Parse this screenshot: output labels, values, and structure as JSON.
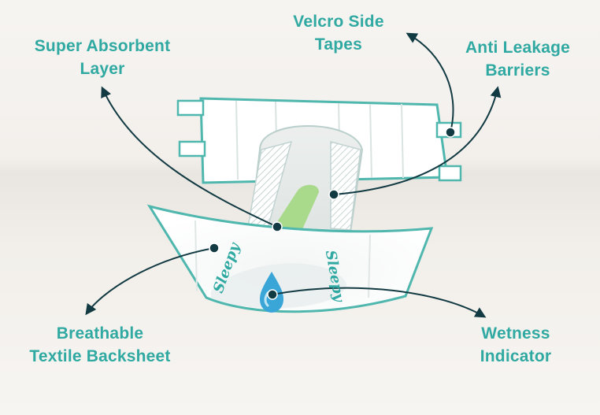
{
  "labels": {
    "super_absorbent": [
      "Super Absorbent",
      "Layer"
    ],
    "velcro": [
      "Velcro Side",
      "Tapes"
    ],
    "anti_leakage": [
      "Anti Leakage",
      "Barriers"
    ],
    "backsheet": [
      "Breathable",
      "Textile Backsheet"
    ],
    "wetness": [
      "Wetness",
      "Indicator"
    ]
  },
  "brand_text": "Sleepy",
  "colors": {
    "accent": "#2fa9a1",
    "callout_line": "#123a42",
    "absorbent_core": "#a9d98a",
    "droplet": "#3aa6d8",
    "diaper_body": "#ffffff"
  }
}
